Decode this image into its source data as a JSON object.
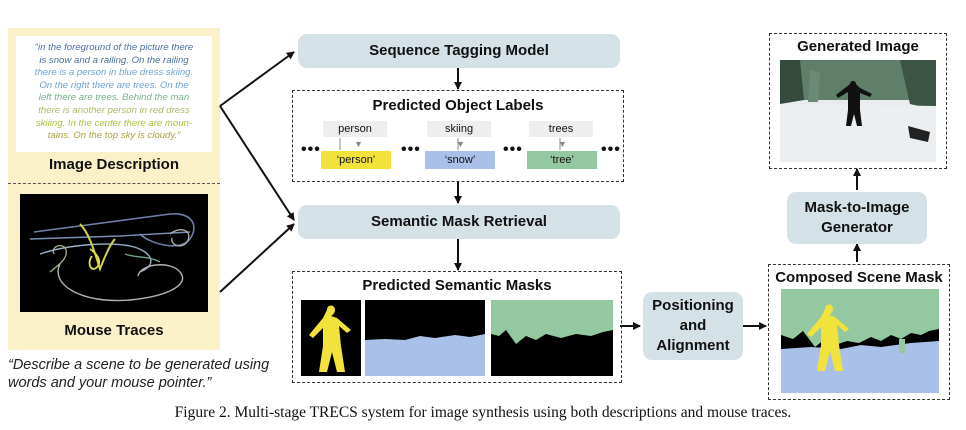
{
  "left": {
    "description_lines": [
      {
        "text": "“in the foreground of the picture there",
        "color": "#4a6e9c"
      },
      {
        "text": "is snow and a railing. On the railing",
        "color": "#4a6e9c"
      },
      {
        "text": "there is a person in blue dress skiing.",
        "color": "#6fa1d0"
      },
      {
        "text": "On the right there are trees. On the",
        "color": "#6fa1d0"
      },
      {
        "text": "left there are trees. Behind the man",
        "color": "#78b28d"
      },
      {
        "text": "there is another person in red dress",
        "color": "#a7bd64"
      },
      {
        "text": "skiiing. In the center there are moun-",
        "color": "#a9c13c"
      },
      {
        "text": "tains. On the top sky is cloudy.”",
        "color": "#a6a23a"
      }
    ],
    "image_description_label": "Image Description",
    "mouse_traces_label": "Mouse Traces",
    "quote": "“Describe a scene to be generated using words and your mouse pointer.”"
  },
  "middle": {
    "sequence_tagging": "Sequence Tagging Model",
    "predicted_labels_title": "Predicted Object Labels",
    "tags": [
      {
        "word": "person",
        "label": "‘person’",
        "color": "#f2e33c"
      },
      {
        "word": "skiing",
        "label": "‘snow’",
        "color": "#a9c1e8"
      },
      {
        "word": "trees",
        "label": "‘tree’",
        "color": "#94c8a0"
      }
    ],
    "ellipsis": "•••",
    "semantic_mask_retrieval": "Semantic Mask Retrieval",
    "predicted_masks_title": "Predicted Semantic Masks",
    "positioning": "Positioning and Alignment"
  },
  "right": {
    "generated_image": "Generated Image",
    "mask_to_image": "Mask-to-Image Generator",
    "composed_scene_mask": "Composed Scene Mask"
  },
  "caption": "Figure 2. Multi-stage TRECS system for image synthesis using both descriptions and mouse traces.",
  "colors": {
    "box_fill": "#d4e1e7",
    "left_panel": "#fbf1c9",
    "person_mask": "#f2e33c",
    "snow_mask": "#a9c1e8",
    "tree_mask": "#94c8a0"
  }
}
